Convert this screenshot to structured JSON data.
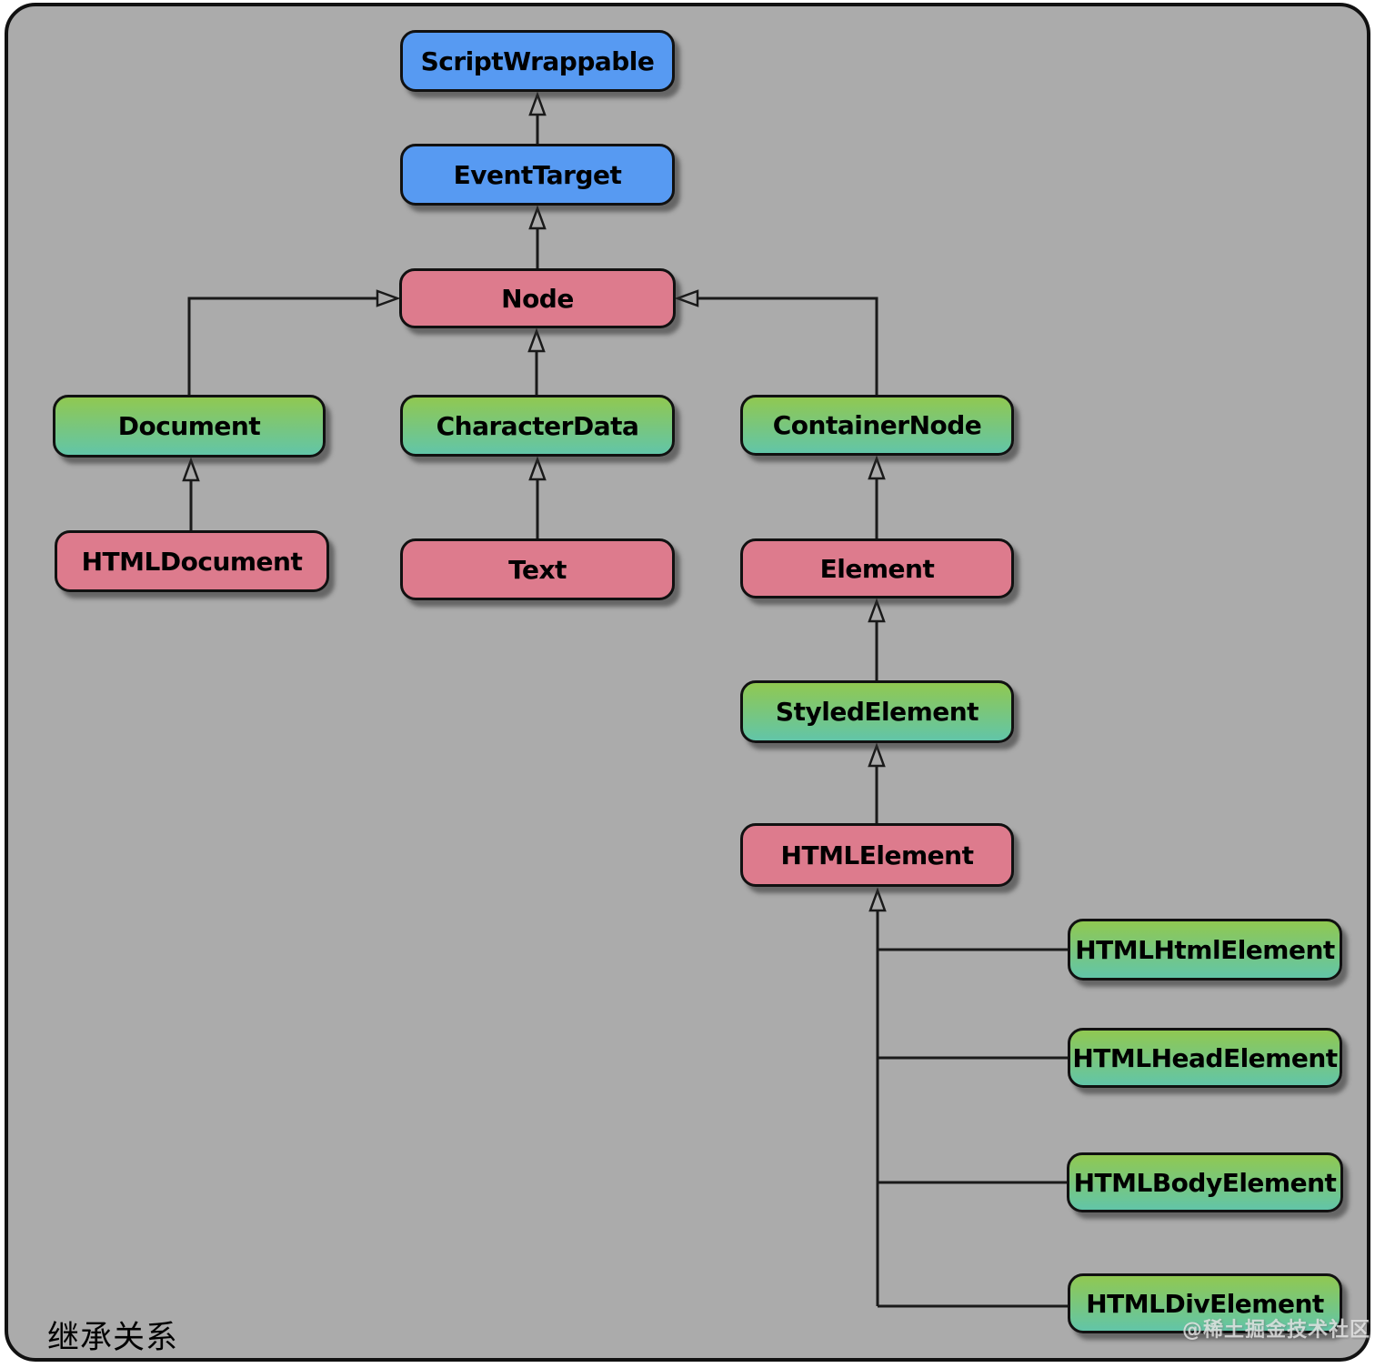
{
  "diagram": {
    "caption": "继承关系",
    "watermark": "@稀土掘金技术社区",
    "nodes": [
      {
        "id": "ScriptWrappable",
        "label": "ScriptWrappable",
        "type": "blue"
      },
      {
        "id": "EventTarget",
        "label": "EventTarget",
        "type": "blue"
      },
      {
        "id": "Node",
        "label": "Node",
        "type": "pink"
      },
      {
        "id": "Document",
        "label": "Document",
        "type": "green"
      },
      {
        "id": "CharacterData",
        "label": "CharacterData",
        "type": "green"
      },
      {
        "id": "ContainerNode",
        "label": "ContainerNode",
        "type": "green"
      },
      {
        "id": "HTMLDocument",
        "label": "HTMLDocument",
        "type": "pink"
      },
      {
        "id": "Text",
        "label": "Text",
        "type": "pink"
      },
      {
        "id": "Element",
        "label": "Element",
        "type": "pink"
      },
      {
        "id": "StyledElement",
        "label": "StyledElement",
        "type": "green"
      },
      {
        "id": "HTMLElement",
        "label": "HTMLElement",
        "type": "pink"
      },
      {
        "id": "HTMLHtmlElement",
        "label": "HTMLHtmlElement",
        "type": "green"
      },
      {
        "id": "HTMLHeadElement",
        "label": "HTMLHeadElement",
        "type": "green"
      },
      {
        "id": "HTMLBodyElement",
        "label": "HTMLBodyElement",
        "type": "green"
      },
      {
        "id": "HTMLDivElement",
        "label": "HTMLDivElement",
        "type": "green"
      }
    ],
    "edges": [
      {
        "child": "EventTarget",
        "parent": "ScriptWrappable"
      },
      {
        "child": "Node",
        "parent": "EventTarget"
      },
      {
        "child": "Document",
        "parent": "Node"
      },
      {
        "child": "CharacterData",
        "parent": "Node"
      },
      {
        "child": "ContainerNode",
        "parent": "Node"
      },
      {
        "child": "HTMLDocument",
        "parent": "Document"
      },
      {
        "child": "Text",
        "parent": "CharacterData"
      },
      {
        "child": "Element",
        "parent": "ContainerNode"
      },
      {
        "child": "StyledElement",
        "parent": "Element"
      },
      {
        "child": "HTMLElement",
        "parent": "StyledElement"
      },
      {
        "child": "HTMLHtmlElement",
        "parent": "HTMLElement"
      },
      {
        "child": "HTMLHeadElement",
        "parent": "HTMLElement"
      },
      {
        "child": "HTMLBodyElement",
        "parent": "HTMLElement"
      },
      {
        "child": "HTMLDivElement",
        "parent": "HTMLElement"
      }
    ]
  },
  "colors": {
    "canvas_background": "#ffffff",
    "frame_background": "#ababab",
    "frame_border": "#111111",
    "blue_node": "#579af2",
    "pink_node": "#dd7b8d",
    "green_top": "#90c851",
    "green_bottom": "#62c5a8",
    "line": "#1a1a1a",
    "watermark": "#e2e2e2"
  }
}
